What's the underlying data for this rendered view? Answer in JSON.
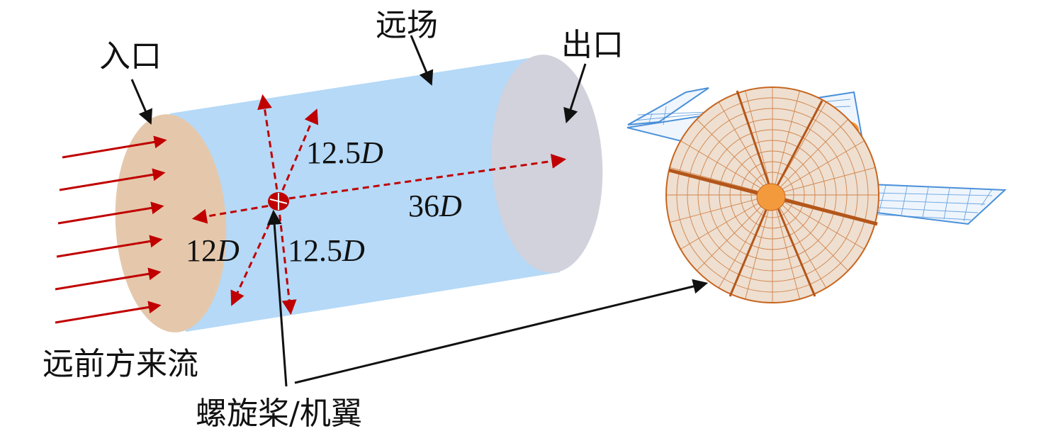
{
  "labels": {
    "far_field": "远场",
    "inlet": "入口",
    "outlet": "出口",
    "freestream": "远前方来流",
    "propeller_wing": "螺旋桨/机翼"
  },
  "dimensions": {
    "up": {
      "value": "12.5",
      "unit": "D"
    },
    "down": {
      "value": "12.5",
      "unit": "D"
    },
    "forward": {
      "value": "12",
      "unit": "D"
    },
    "aft": {
      "value": "36",
      "unit": "D"
    }
  },
  "colors": {
    "cylinder_body": "#b5d9f7",
    "inlet_face": "#e5c8ab",
    "outlet_face": "#d2d2dc",
    "dimension_arrows": "#c00000",
    "flow_arrows": "#c00000",
    "leader_arrows": "#111111",
    "propeller_mesh": "#c8651e",
    "propeller_fill": "#eedfd0",
    "wing_mesh": "#4a90d9",
    "hub": "#f39a3c"
  }
}
